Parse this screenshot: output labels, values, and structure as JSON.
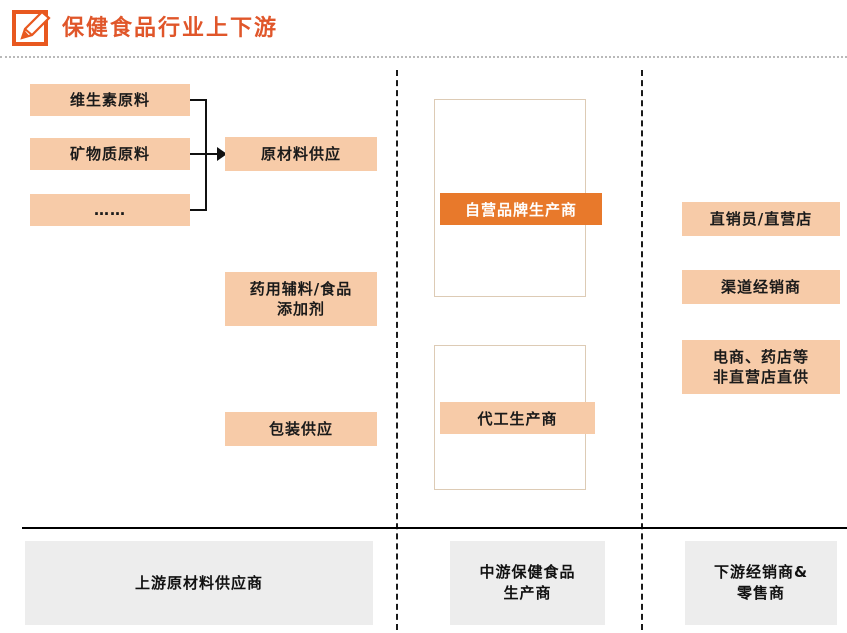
{
  "header": {
    "title": "保健食品行业上下游",
    "icon": "pencil-note-icon",
    "accent_color": "#e0562a"
  },
  "colors": {
    "peach_fill": "#f7cba8",
    "orange_accent": "#e8792b",
    "box_border": "#ddcbb5",
    "footer_fill": "#ededed",
    "divider": "#1a1a1a"
  },
  "upstream": {
    "sources": [
      {
        "label": "维生素原料"
      },
      {
        "label": "矿物质原料"
      },
      {
        "label": "……"
      }
    ],
    "raw_material_supply": "原材料供应",
    "excipient": "药用辅料/食品\n添加剂",
    "packaging": "包装供应"
  },
  "midstream": {
    "own_brand": "自营品牌生产商",
    "oem": "代工生产商"
  },
  "downstream": {
    "items": [
      {
        "label": "直销员/直营店"
      },
      {
        "label": "渠道经销商"
      },
      {
        "label": "电商、药店等\n非直营店直供"
      }
    ]
  },
  "footer": {
    "upstream": "上游原材料供应商",
    "midstream": "中游保健食品\n生产商",
    "downstream": "下游经销商&\n零售商"
  }
}
